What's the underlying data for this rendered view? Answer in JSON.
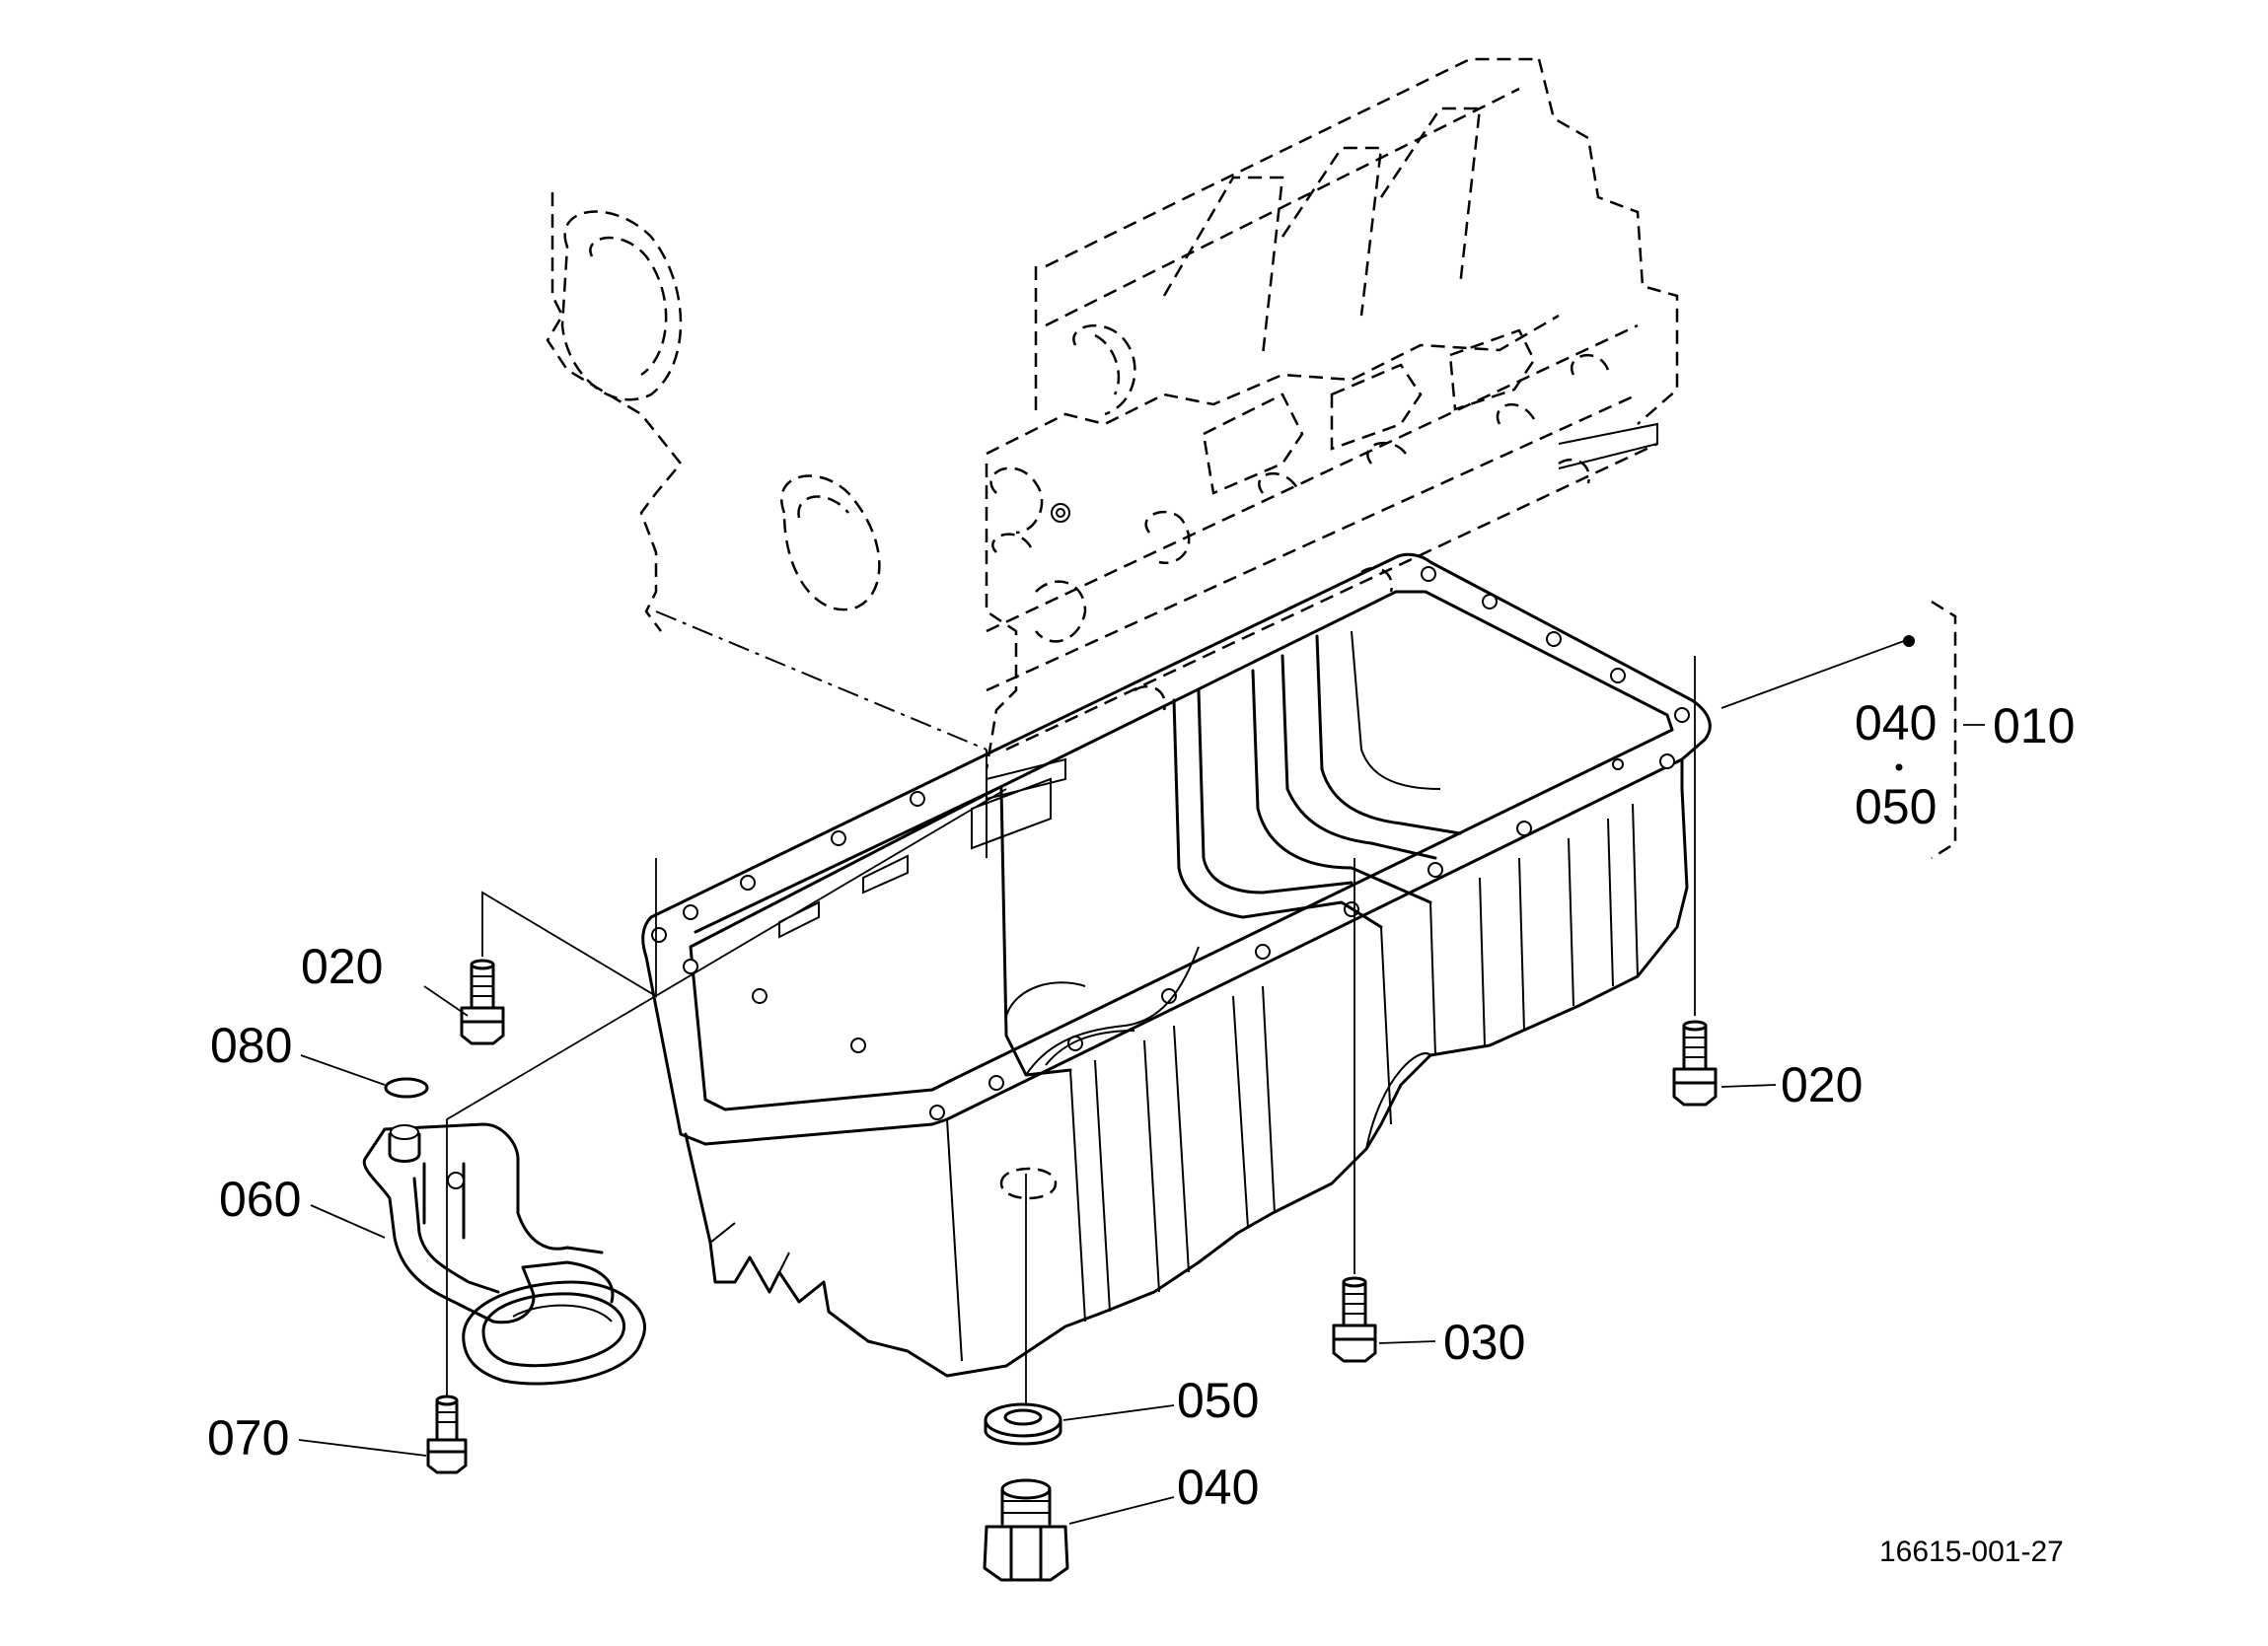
{
  "diagram": {
    "reference_code": "16615-001-27",
    "callouts": [
      {
        "id": "c010",
        "text": "010"
      },
      {
        "id": "c040a",
        "text": "040"
      },
      {
        "id": "c050a",
        "text": "050"
      },
      {
        "id": "c020a",
        "text": "020"
      },
      {
        "id": "c020b",
        "text": "020"
      },
      {
        "id": "c080",
        "text": "080"
      },
      {
        "id": "c060",
        "text": "060"
      },
      {
        "id": "c030",
        "text": "030"
      },
      {
        "id": "c050b",
        "text": "050"
      },
      {
        "id": "c070",
        "text": "070"
      },
      {
        "id": "c040b",
        "text": "040"
      }
    ],
    "icons": [
      "engine-block",
      "oil-pan",
      "bolt",
      "drain-plug",
      "gasket-washer",
      "o-ring",
      "oil-strainer"
    ]
  }
}
